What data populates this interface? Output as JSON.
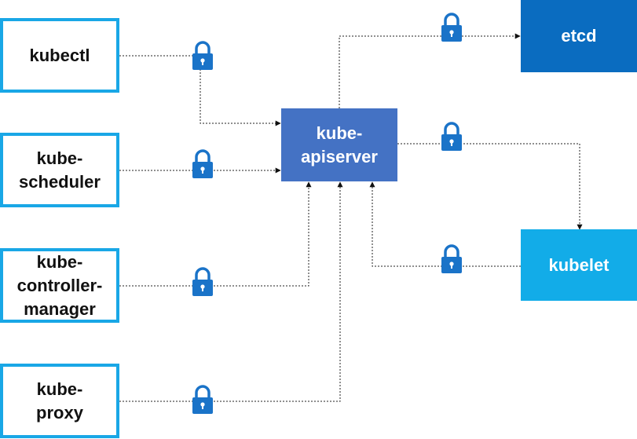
{
  "nodes": {
    "kubectl": {
      "lines": [
        "kubectl"
      ]
    },
    "scheduler": {
      "lines": [
        "kube-",
        "scheduler"
      ]
    },
    "controller_manager": {
      "lines": [
        "kube-",
        "controller-",
        "manager"
      ]
    },
    "proxy": {
      "lines": [
        "kube-",
        "proxy"
      ]
    },
    "apiserver": {
      "lines": [
        "kube-",
        "apiserver"
      ]
    },
    "etcd": {
      "lines": [
        "etcd"
      ]
    },
    "kubelet": {
      "lines": [
        "kubelet"
      ]
    }
  },
  "icons": {
    "lock": "lock-icon"
  },
  "colors": {
    "client_border": "#19a7e6",
    "apiserver": "#4472c4",
    "etcd": "#0a6cc0",
    "kubelet": "#12ace8",
    "lock": "#1a73c8"
  }
}
